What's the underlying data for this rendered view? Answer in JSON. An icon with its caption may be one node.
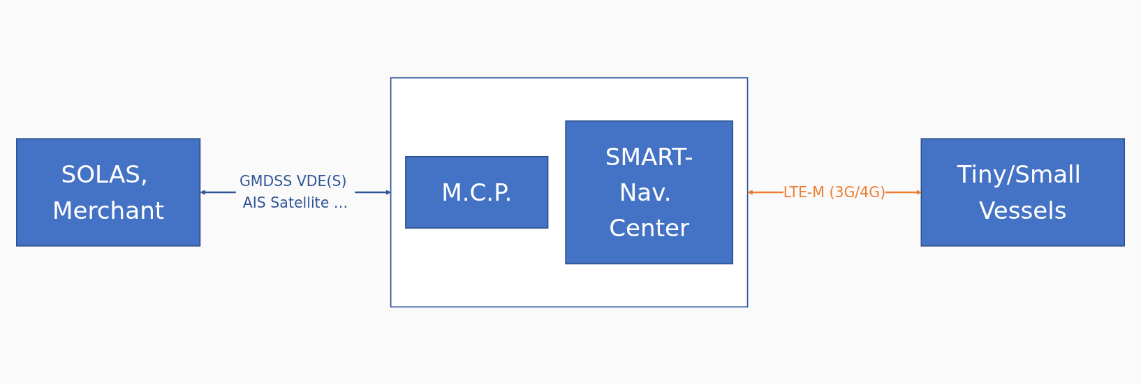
{
  "diagram": {
    "nodes": [
      {
        "text": [
          "SOLAS, Merchant"
        ]
      },
      {
        "text": [],
        "shape": "box"
      },
      {
        "text": [
          "M.C.P."
        ],
        "in": 1
      },
      {
        "text": [
          "SMART-Nav. Center"
        ],
        "in": 1
      },
      {
        "text": [
          "Tiny/Small Vessels"
        ]
      }
    ],
    "edges": [
      {
        "from": 0,
        "to": 1,
        "arrow": "both",
        "label": "GMDSS VDE(S) AIS Satellite …",
        "color": "#2f5597"
      },
      {
        "from": 1,
        "to": 4,
        "arrow": "both",
        "label": "LTE-M (3G/4G)",
        "color": "#ed7d31"
      }
    ]
  }
}
